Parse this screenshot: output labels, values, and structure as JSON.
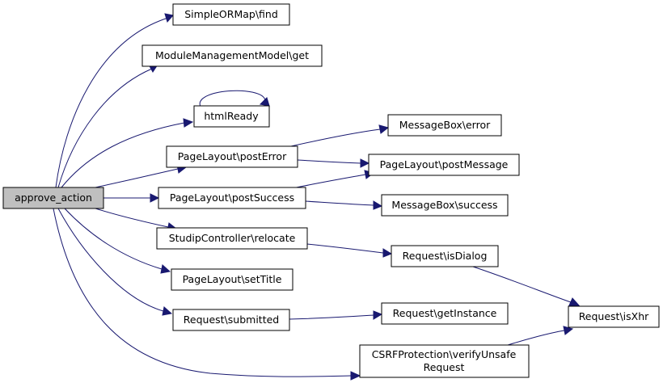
{
  "diagram": {
    "nodes": {
      "approve_action": "approve_action",
      "find": "SimpleORMap\\find",
      "get": "ModuleManagementModel\\get",
      "htmlready": "htmlReady",
      "posterror": "PageLayout\\postError",
      "postsuccess": "PageLayout\\postSuccess",
      "relocate": "StudipController\\relocate",
      "settitle": "PageLayout\\setTitle",
      "submitted": "Request\\submitted",
      "verify_line1": "CSRFProtection\\verifyUnsafe",
      "verify_line2": "Request",
      "error": "MessageBox\\error",
      "postmessage": "PageLayout\\postMessage",
      "success": "MessageBox\\success",
      "isdialog": "Request\\isDialog",
      "getinstance": "Request\\getInstance",
      "isxhr": "Request\\isXhr"
    },
    "colors": {
      "edge": "#191970",
      "root_fill": "#bfbfbf",
      "node_fill": "#ffffff",
      "border": "#000000"
    }
  }
}
